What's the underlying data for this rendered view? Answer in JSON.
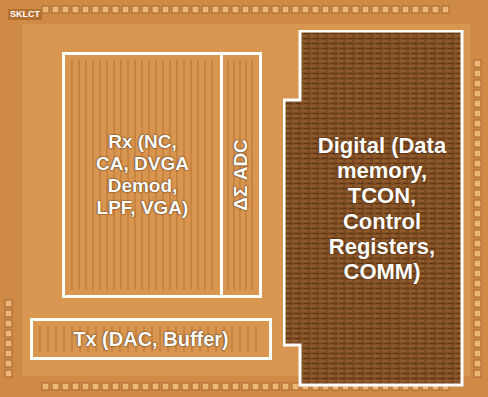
{
  "diagram": {
    "nodes": [
      {
        "text": [
          "Rx (NC, CA, DVGA Demod, LPF, VGA)"
        ]
      },
      {
        "text": [
          "ΔΣ ADC"
        ]
      },
      {
        "text": [
          "Digital (Data memory, TCON, Control Registers, COMM)"
        ]
      },
      {
        "text": [
          "Tx (DAC, Buffer)"
        ]
      }
    ],
    "labels": [
      "SKLCT"
    ]
  }
}
